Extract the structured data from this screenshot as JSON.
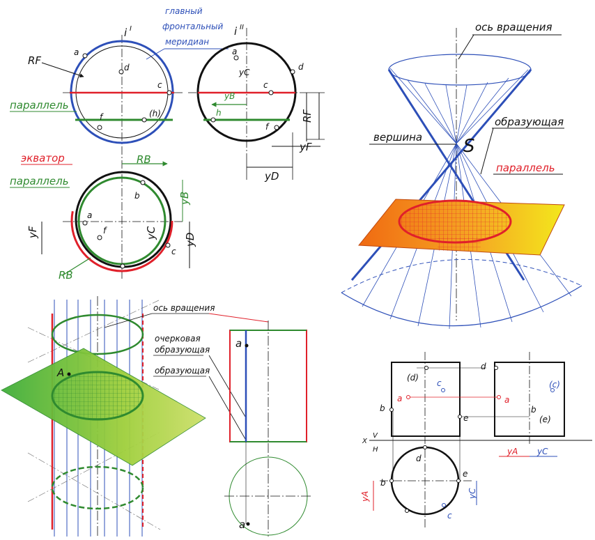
{
  "colors": {
    "blue": "#2d4fb8",
    "red": "#e0202a",
    "green": "#2f8a2f",
    "black": "#111111",
    "orange": "#f07a1a",
    "yellow": "#f2e21a"
  },
  "sphere": {
    "meridian_label": [
      "главный",
      "фронтальный",
      "меридиан"
    ],
    "parallel_label": "параллель",
    "equator_label": "экватор",
    "parallel_label_2": "параллель",
    "i1": "i",
    "i1_sup": "I",
    "i2": "i",
    "i2_sup": "II",
    "RF": "RF",
    "RB": "RB",
    "RB2": "RB",
    "RF2": "RF",
    "a1": "a",
    "d1": "d",
    "c1": "c",
    "f1": "f",
    "h1": "(h)",
    "a2": "a",
    "d2": "d",
    "c2": "c",
    "f2": "f",
    "h2": "h",
    "yC": "yC",
    "yB": "yB",
    "yF": "yF",
    "yD": "yD",
    "a3": "a",
    "b3": "b",
    "f3": "f",
    "c3": "c",
    "yF3": "yF",
    "yC3": "yC",
    "yB3": "yB",
    "yD3": "yD"
  },
  "cone": {
    "axis_label": "ось вращения",
    "generatrix_label": "образующая",
    "apex_label": "вершина",
    "parallel_label": "параллель",
    "S": "S"
  },
  "cylinder": {
    "axis_label": "ось вращения",
    "outline_label_1": "очерковая",
    "outline_label_2": "образующая",
    "generatrix_label": "образующая",
    "A": "A",
    "a1": "a",
    "a2": "a"
  },
  "cyl_proj": {
    "d1": "(d)",
    "c1": "c",
    "a1": "a",
    "b1": "b",
    "e1": "e",
    "d2": "d",
    "c2": "(c)",
    "a2": "a",
    "b2": "b",
    "e2": "(e)",
    "X": "X",
    "V": "V",
    "H": "H",
    "yA": "yA",
    "yC": "yC",
    "d3": "d",
    "b3": "b",
    "e3": "e",
    "c3": "c",
    "yA3": "yA",
    "yC3": "yC"
  }
}
